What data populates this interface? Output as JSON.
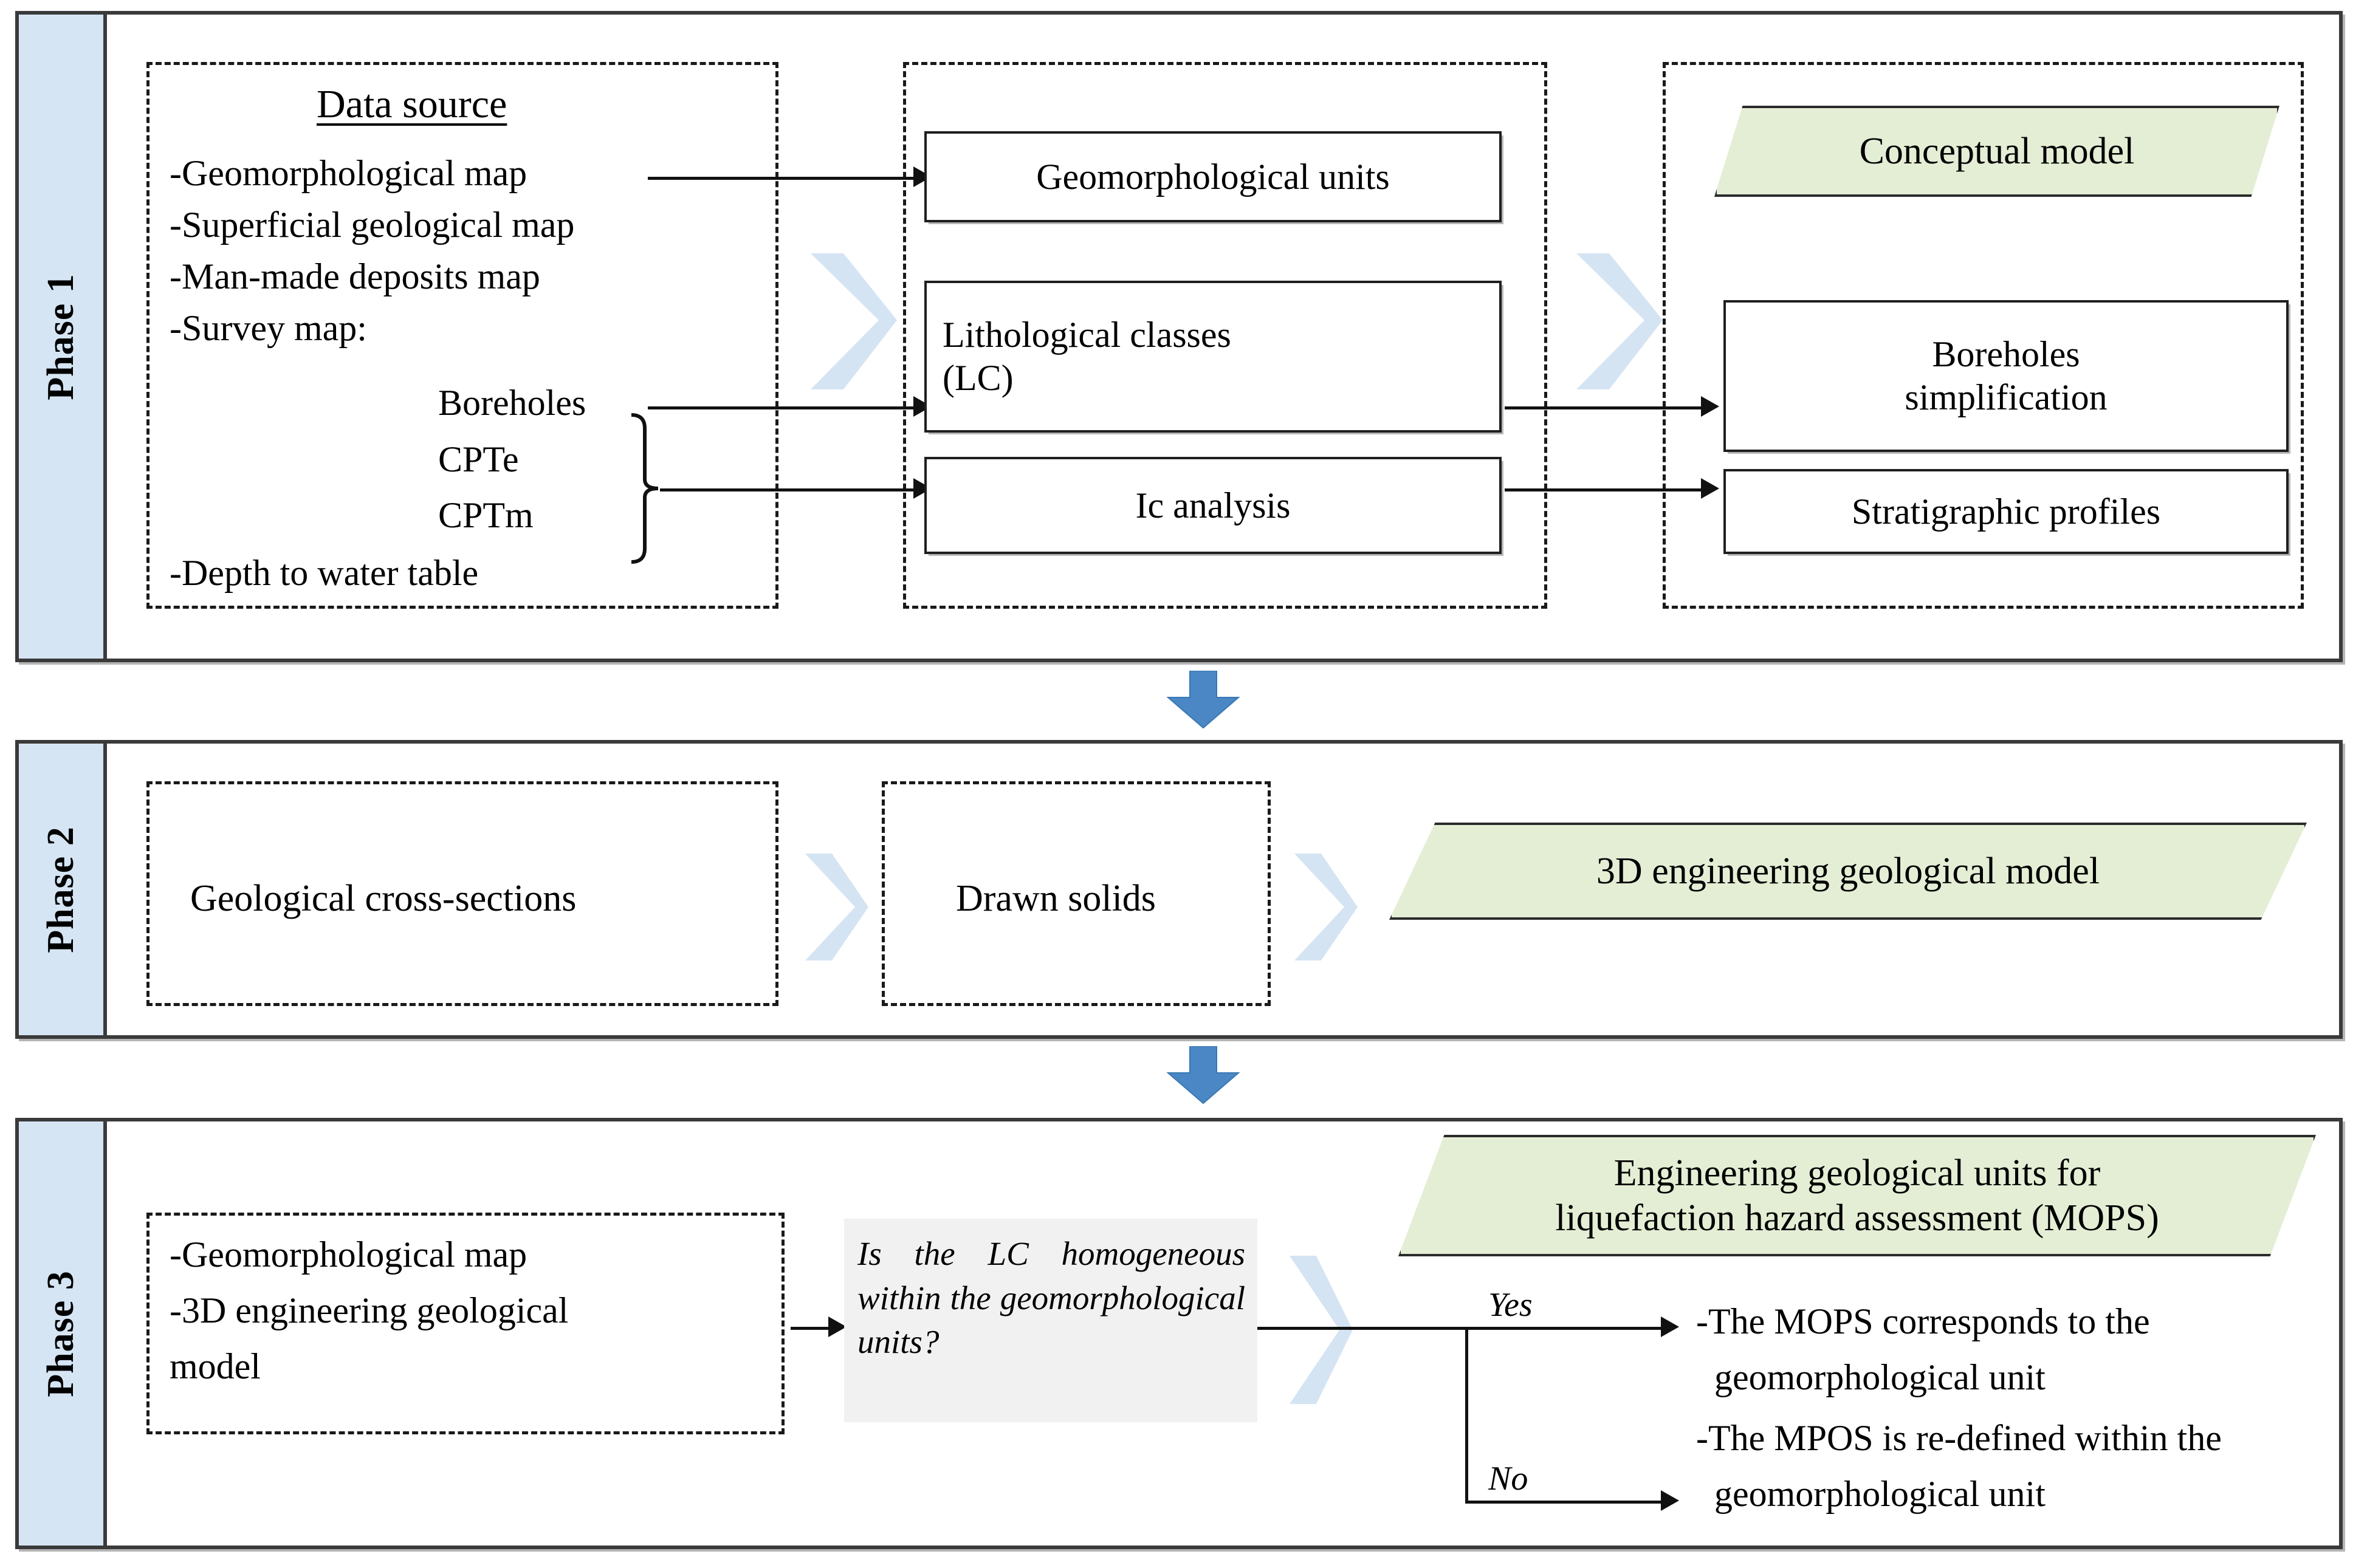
{
  "diagram": {
    "title": "Three-phase engineering geological modelling workflow",
    "colors": {
      "phase_label_bg": "#d6e5f4",
      "panel_border": "#3a3a3a",
      "chevron": "#d5e4f3",
      "down_arrow": "#4a87c4",
      "output_green": "#e4eed5",
      "question_grey": "#f1f1f1"
    }
  },
  "phases": [
    {
      "label": "Phase 1",
      "groups": [
        {
          "name": "data-source-group",
          "heading": "Data source",
          "items": [
            "-Geomorphological map",
            "-Superficial geological map",
            "-Man-made deposits map",
            "-Survey map:",
            "-Depth to water table"
          ],
          "survey_items": [
            "Boreholes",
            "CPTe",
            "CPTm"
          ]
        },
        {
          "name": "analysis-group",
          "boxes": [
            "Geomorphological units",
            "Lithological classes\n(LC)",
            "Ic analysis"
          ]
        },
        {
          "name": "output-group",
          "output": "Conceptual model",
          "boxes": [
            "Boreholes\nsimplification",
            "Stratigraphic profiles"
          ]
        }
      ]
    },
    {
      "label": "Phase 2",
      "groups": [
        {
          "name": "cross-sections-group",
          "text": "Geological cross-sections"
        },
        {
          "name": "drawn-solids-group",
          "text": "Drawn solids"
        },
        {
          "name": "output-group",
          "output": "3D engineering geological model"
        }
      ]
    },
    {
      "label": "Phase 3",
      "groups": [
        {
          "name": "inputs-group",
          "items": [
            "-Geomorphological map",
            "-3D engineering geological model"
          ]
        },
        {
          "name": "decision-group",
          "question": "Is the LC homogeneous within the geomorphological units?",
          "branches": [
            {
              "label": "Yes",
              "outcome": "-The MOPS corresponds to the geomorphological unit"
            },
            {
              "label": "No",
              "outcome": "-The MPOS is re-defined within the geomorphological unit"
            }
          ]
        },
        {
          "name": "output-group",
          "output": "Engineering geological units for liquefaction hazard assessment (MOPS)"
        }
      ]
    }
  ],
  "phase1": {
    "label": "Phase 1",
    "data_source_heading": "Data source",
    "item1": "-Geomorphological map",
    "item2": "-Superficial geological map",
    "item3": "-Man-made deposits map",
    "item4": "-Survey map:",
    "item5": "-Depth to water table",
    "survey1": "Boreholes",
    "survey2": "CPTe",
    "survey3": "CPTm",
    "box_geomorph_units": "Geomorphological units",
    "box_litho_classes": "Lithological classes\n(LC)",
    "box_ic_analysis": "Ic analysis",
    "output_conceptual_model": "Conceptual model",
    "box_boreholes_simpl": "Boreholes\nsimplification",
    "box_strat_profiles": "Stratigraphic profiles"
  },
  "phase2": {
    "label": "Phase 2",
    "box_cross_sections": "Geological cross-sections",
    "box_drawn_solids": "Drawn solids",
    "output_3d_model": "3D engineering geological model"
  },
  "phase3": {
    "label": "Phase 3",
    "input_line1": "-Geomorphological map",
    "input_line2": "-3D engineering geological",
    "input_line3": "model",
    "question": "Is the LC homogeneous within the geomorphological units?",
    "yes_label": "Yes",
    "no_label": "No",
    "outcome_yes_line1": "-The MOPS corresponds to the",
    "outcome_yes_line2": "geomorphological unit",
    "outcome_no_line1": "-The MPOS is re-defined within the",
    "outcome_no_line2": "geomorphological unit",
    "output_title_line1": "Engineering geological units for",
    "output_title_line2": "liquefaction hazard assessment (MOPS)"
  },
  "icons": {
    "chevron": "chevron-right-icon",
    "down_arrow": "down-arrow-icon",
    "brace": "curly-brace-icon",
    "arrowhead": "arrowhead-icon"
  }
}
